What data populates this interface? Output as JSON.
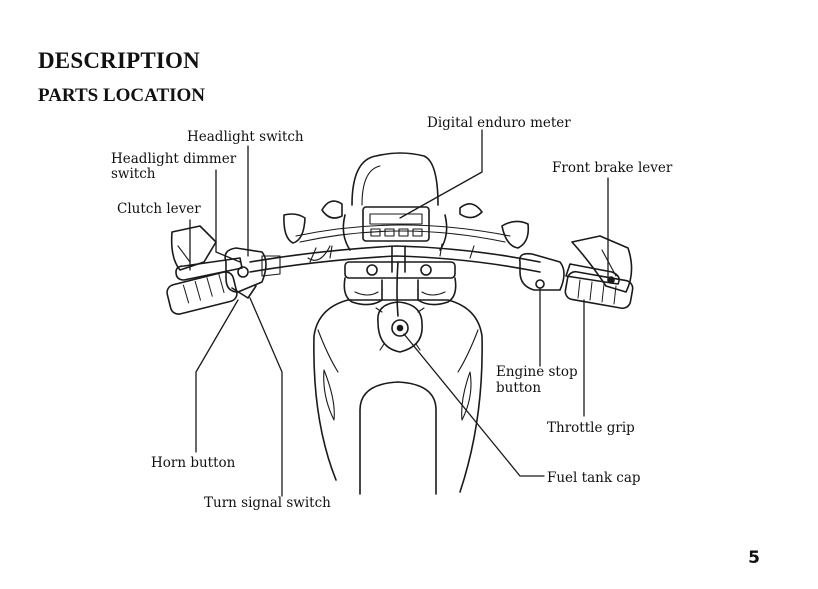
{
  "page": {
    "heading": "DESCRIPTION",
    "subheading": "PARTS LOCATION",
    "page_number": "5"
  },
  "labels": {
    "headlight_switch": "Headlight switch",
    "headlight_dimmer_line1": "Headlight dimmer",
    "headlight_dimmer_line2": "switch",
    "clutch_lever": "Clutch lever",
    "digital_enduro_meter": "Digital enduro meter",
    "front_brake_lever": "Front brake lever",
    "engine_stop_line1": "Engine stop",
    "engine_stop_line2": "button",
    "throttle_grip": "Throttle grip",
    "horn_button": "Horn button",
    "fuel_tank_cap": "Fuel tank cap",
    "turn_signal_switch": "Turn signal switch"
  }
}
